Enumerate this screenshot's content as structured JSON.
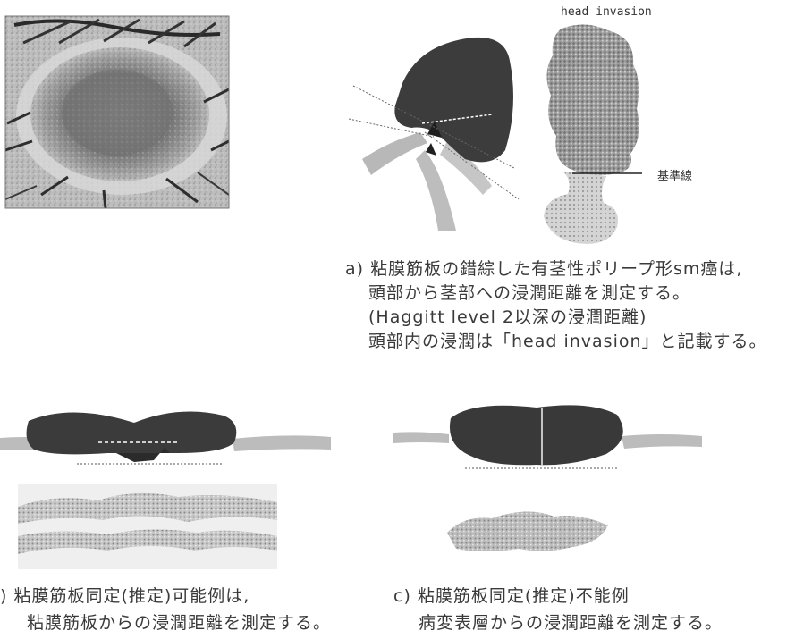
{
  "figure": {
    "top_right": {
      "head_label": "head invasion",
      "baseline_label": "基準線"
    },
    "captions": {
      "a": [
        "a) 粘膜筋板の錯綜した有茎性ポリープ形sm癌は,",
        "頭部から茎部への浸潤距離を測定する。",
        "(Haggitt level 2以深の浸潤距離)",
        "頭部内の浸潤は「head invasion」と記載する。"
      ],
      "b": [
        ") 粘膜筋板同定(推定)可能例は,",
        "粘膜筋板からの浸潤距離を測定する。"
      ],
      "c": [
        "c) 粘膜筋板同定(推定)不能例",
        "病変表層からの浸潤距離を測定する。"
      ]
    }
  }
}
